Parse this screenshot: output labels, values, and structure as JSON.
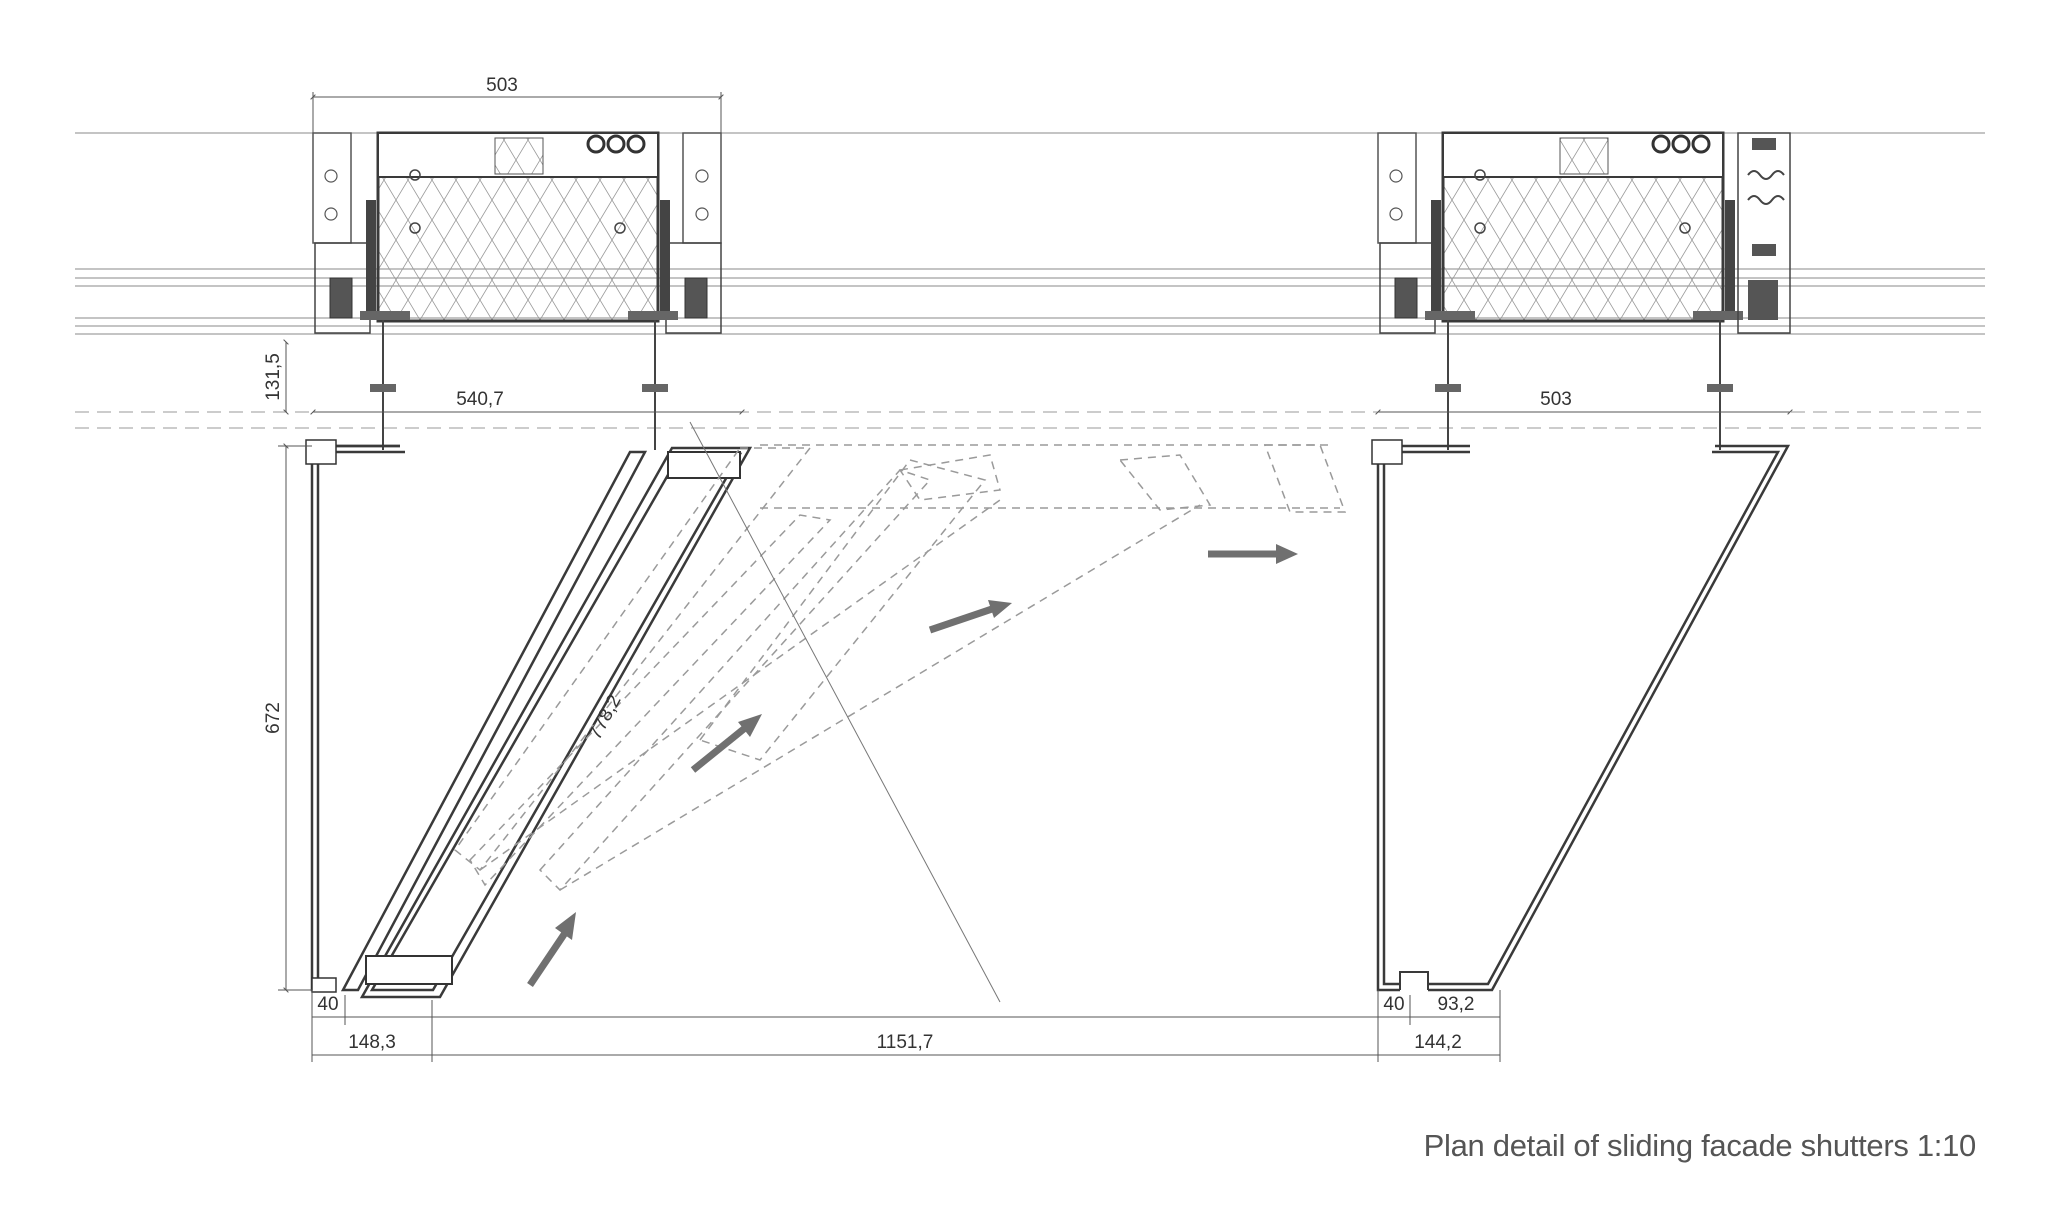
{
  "caption": "Plan detail of sliding facade shutters 1:10",
  "dimensions": {
    "left_column_width": "503",
    "right_column_width": "503",
    "offset_depth": "131,5",
    "left_span": "540,7",
    "shutter_depth": "672",
    "panel_diagonal": "778,2",
    "left_edge_40": "40",
    "right_edge_40": "40",
    "left_return": "148,3",
    "sliding_travel": "1151,7",
    "right_return": "144,2",
    "right_inner": "93,2"
  },
  "colors": {
    "line": "#3a3a3a",
    "thin_line": "#8a8a8a",
    "dashed_line": "#9a9a9a",
    "arrow": "#707070",
    "text": "#333333"
  },
  "icons": [
    "motion-arrow-icon",
    "insulation-hatch-icon",
    "bolt-icon"
  ]
}
